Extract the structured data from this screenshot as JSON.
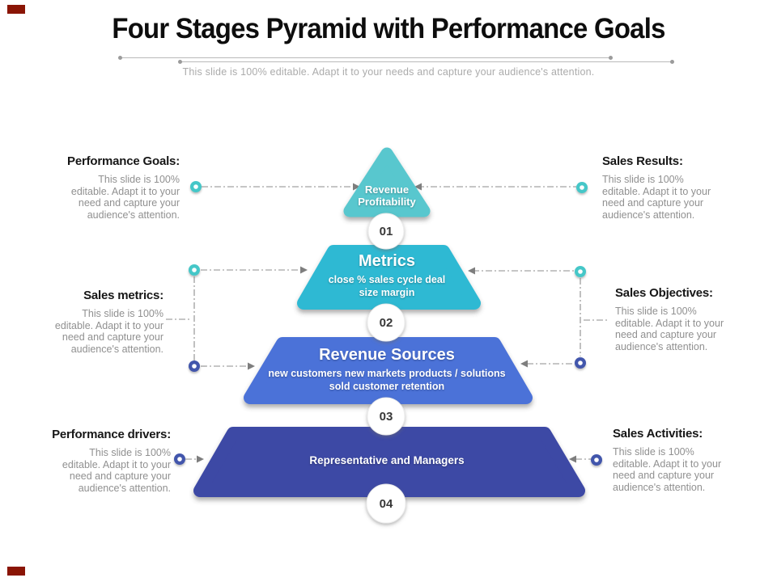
{
  "slide": {
    "title": "Four Stages Pyramid with Performance Goals",
    "subtitle": "This slide is 100% editable. Adapt it to your needs and capture your audience's attention."
  },
  "colors": {
    "level1": "#58c7ce",
    "level2": "#2fb9d3",
    "level3": "#4c72d8",
    "level4": "#3d48a5",
    "teal_marker": "#44c7c8",
    "blue_marker": "#4256ac",
    "connector_gray": "#8c8c8c",
    "corner_accent": "#8a1505"
  },
  "pyramid": {
    "levels": [
      {
        "badge": "01",
        "title_lines": [
          "Revenue",
          "Profitability"
        ]
      },
      {
        "badge": "02",
        "title": "Metrics",
        "sub_lines": [
          "close % sales cycle deal",
          "size margin"
        ]
      },
      {
        "badge": "03",
        "title": "Revenue Sources",
        "sub_lines": [
          "new customers new markets products / solutions",
          "sold customer retention"
        ]
      },
      {
        "badge": "04",
        "title": "Representative and Managers"
      }
    ]
  },
  "labels": {
    "left": [
      {
        "heading": "Performance Goals:",
        "body_lines": [
          "This slide is 100%",
          "editable. Adapt it to your",
          "need and capture your",
          "audience's attention."
        ]
      },
      {
        "heading": "Sales metrics:",
        "body_lines": [
          "This slide is 100%",
          "editable. Adapt it to your",
          "need and capture your",
          "audience's attention."
        ]
      },
      {
        "heading": "Performance drivers:",
        "body_lines": [
          "This slide is 100%",
          "editable. Adapt it to your",
          "need and capture your",
          "audience's attention."
        ]
      }
    ],
    "right": [
      {
        "heading": "Sales Results:",
        "body_lines": [
          "This slide is 100%",
          "editable. Adapt it to your",
          "need and capture your",
          "audience's attention."
        ]
      },
      {
        "heading": "Sales Objectives:",
        "body_lines": [
          "This slide is 100%",
          "editable. Adapt it to your",
          "need and capture your",
          "audience's attention."
        ]
      },
      {
        "heading": "Sales Activities:",
        "body_lines": [
          "This slide is 100%",
          "editable. Adapt it to your",
          "need and capture your",
          "audience's attention."
        ]
      }
    ]
  }
}
